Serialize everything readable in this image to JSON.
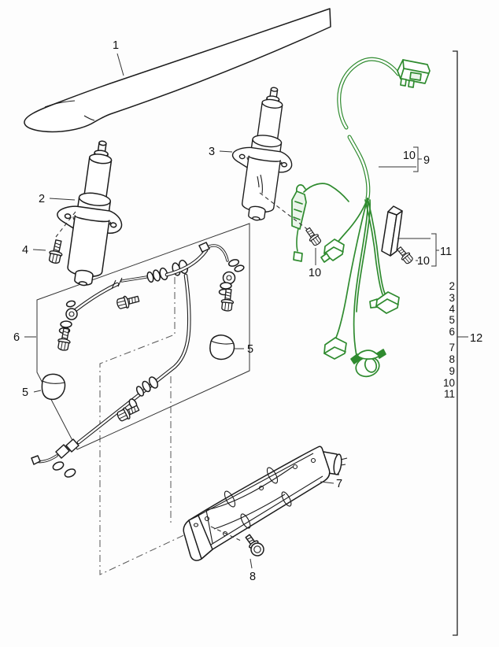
{
  "colors": {
    "line": "#1c1c1c",
    "leader": "#333333",
    "harness_green": "#2f8b2f",
    "harness_fill": "#eaf5ea",
    "background": "#fdfdfd"
  },
  "callouts": {
    "spoiler": "1",
    "drive_left": "2",
    "drive_right": "3",
    "screw_drive": "4",
    "cap_left": "5",
    "cap_right": "5",
    "hydraulic_lines": "6",
    "support_bracket": "7",
    "screw_bracket": "8",
    "wiring_harness": "9",
    "harness_screw": "10",
    "sensor_screw": "10",
    "pad_screw": "10",
    "pad": "11",
    "reference_group": "12"
  },
  "reference_column": {
    "items": [
      "2",
      "3",
      "4",
      "5",
      "6",
      "7",
      "8",
      "9",
      "10",
      "11"
    ]
  }
}
